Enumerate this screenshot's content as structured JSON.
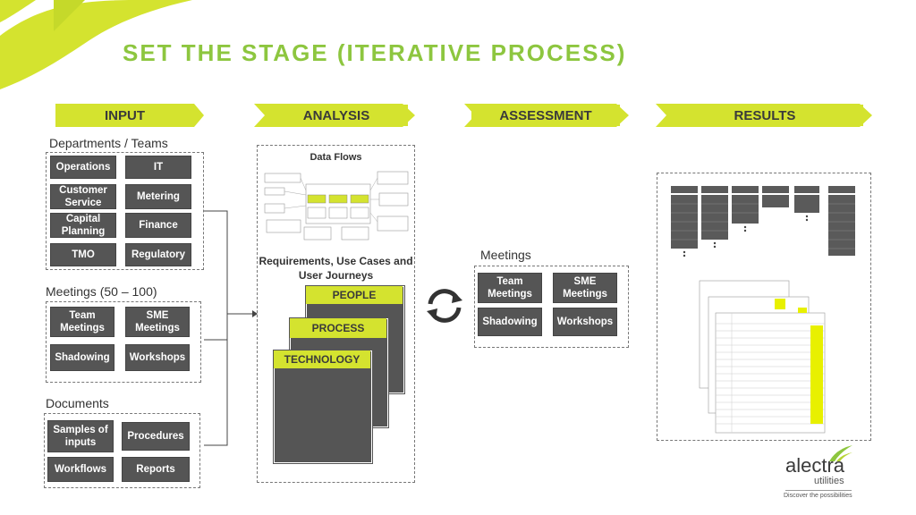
{
  "title": "SET THE STAGE (ITERATIVE PROCESS)",
  "stages": [
    "INPUT",
    "ANALYSIS",
    "ASSESSMENT",
    "RESULTS"
  ],
  "input": {
    "departments_label": "Departments / Teams",
    "departments": [
      "Operations",
      "IT",
      "Customer Service",
      "Metering",
      "Capital Planning",
      "Finance",
      "TMO",
      "Regulatory"
    ],
    "meetings_label": "Meetings (50 – 100)",
    "meetings": [
      "Team Meetings",
      "SME Meetings",
      "Shadowing",
      "Workshops"
    ],
    "documents_label": "Documents",
    "documents": [
      "Samples of inputs",
      "Procedures",
      "Workflows",
      "Reports"
    ]
  },
  "analysis": {
    "dataflows_label": "Data Flows",
    "requirements_label": "Requirements, Use Cases and User Journeys",
    "layers": [
      "PEOPLE",
      "PROCESS",
      "TECHNOLOGY"
    ]
  },
  "assessment": {
    "meetings_label": "Meetings",
    "items": [
      "Team Meetings",
      "SME Meetings",
      "Shadowing",
      "Workshops"
    ]
  },
  "logo": {
    "name": "alectra",
    "sub": "utilities",
    "tagline": "Discover the possibilities"
  },
  "colors": {
    "accent": "#d4e32f",
    "title": "#8dc63f",
    "box": "#555555"
  }
}
